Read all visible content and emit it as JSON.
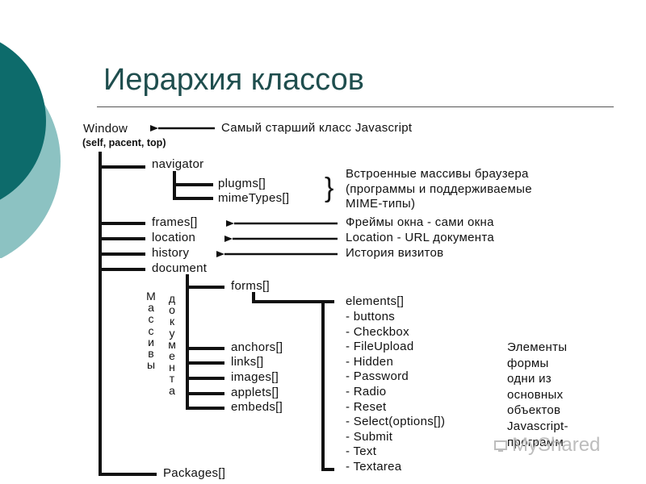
{
  "title": "Иерархия классов",
  "window": {
    "label": "Window",
    "args": "(self, pacent, top)"
  },
  "notes": {
    "window": "Самый старший класс Javascript",
    "arrays_lines": [
      "Встроенные массивы браузера",
      "(программы и поддерживаемые",
      "MIME-типы)"
    ],
    "frames": "Фреймы окна - сами окна",
    "location": "Location - URL документа",
    "history": "История визитов",
    "form_elements_lines": [
      "Элементы",
      "формы",
      "одни из",
      "основных",
      "объектов",
      "Javascript-",
      "программ"
    ]
  },
  "nodes": {
    "navigator": "navigator",
    "plugins": "plugms[]",
    "mimetypes": "mimeTypes[]",
    "frames": "frames[]",
    "location": "location",
    "history": "history",
    "document": "document",
    "forms": "forms[]",
    "anchors": "anchors[]",
    "links": "links[]",
    "images": "images[]",
    "applets": "applets[]",
    "embeds": "embeds[]",
    "packages": "Packages[]"
  },
  "brace": "}",
  "vertical_label_1": "Массивы",
  "vertical_label_2": "документа",
  "elements_header": "elements[]",
  "elements": [
    "- buttons",
    "- Checkbox",
    "- FileUpload",
    "- Hidden",
    "- Password",
    "- Radio",
    "- Reset",
    "- Select(options[])",
    "- Submit",
    "- Text",
    "- Textarea"
  ],
  "watermark": "MyShared",
  "colors": {
    "title": "#1f4e4e",
    "circle_dark": "#0d6b6b",
    "circle_light": "#7fb8b8"
  }
}
